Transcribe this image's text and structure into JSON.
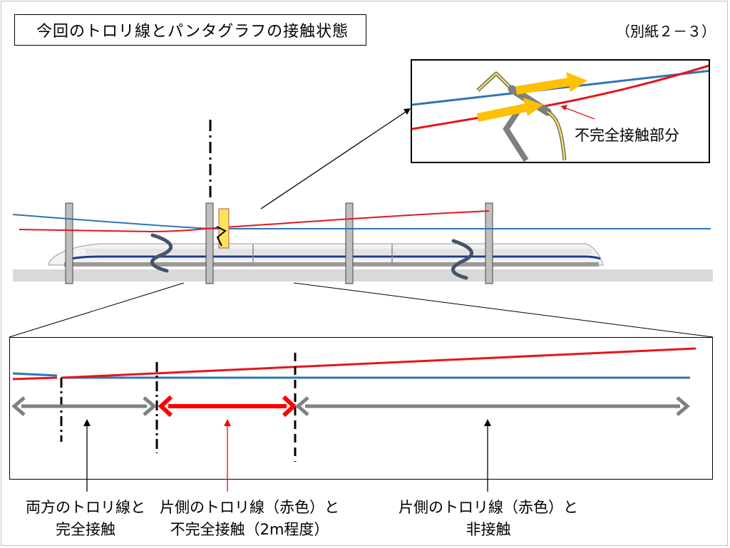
{
  "title": "今回のトロリ線とパンタグラフの接触状態",
  "reference": "（別紙２－３）",
  "inset": {
    "label": "不完全接触部分"
  },
  "colors": {
    "red_wire": "#e8141b",
    "blue_wire": "#2e75b6",
    "gray_arrow": "#808080",
    "arrow_yellow": "#ffc000",
    "pantograph_yellow": "#f8e45c",
    "track": "#d9d9d9",
    "pole": "#bfbfbf",
    "train_stripe": "#1f3a93",
    "section_break": "#44546a"
  },
  "captions": [
    {
      "line1": "両方のトロリ線と",
      "line2": "完全接触"
    },
    {
      "line1": "片側のトロリ線（赤色）と",
      "line2": "不完全接触（2m程度）"
    },
    {
      "line1": "片側のトロリ線（赤色）と",
      "line2": "非接触"
    }
  ]
}
